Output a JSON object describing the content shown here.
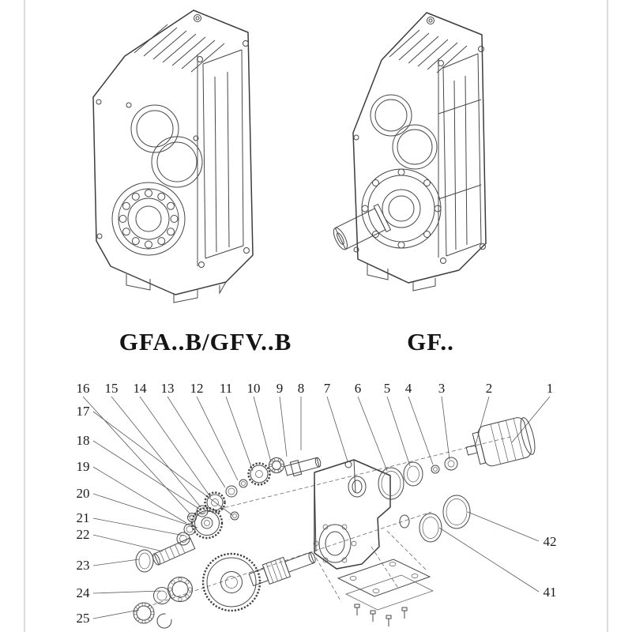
{
  "page": {
    "background": "#ffffff",
    "line_color": "#3c3c3c"
  },
  "products": [
    {
      "label": "GFA..B/GFV..B",
      "description": "parallel-shaft-gearbox-hollow-shaft"
    },
    {
      "label": "GF..",
      "description": "parallel-shaft-gearbox-solid-shaft"
    }
  ],
  "exploded_view": {
    "callouts_top": [
      "16",
      "15",
      "14",
      "13",
      "12",
      "11",
      "10",
      "9",
      "8",
      "7",
      "6",
      "5",
      "4",
      "3",
      "2",
      "1"
    ],
    "callouts_left": [
      "17",
      "18",
      "19",
      "20",
      "21",
      "22",
      "23",
      "24",
      "25"
    ],
    "callouts_right": [
      "42",
      "41"
    ]
  }
}
